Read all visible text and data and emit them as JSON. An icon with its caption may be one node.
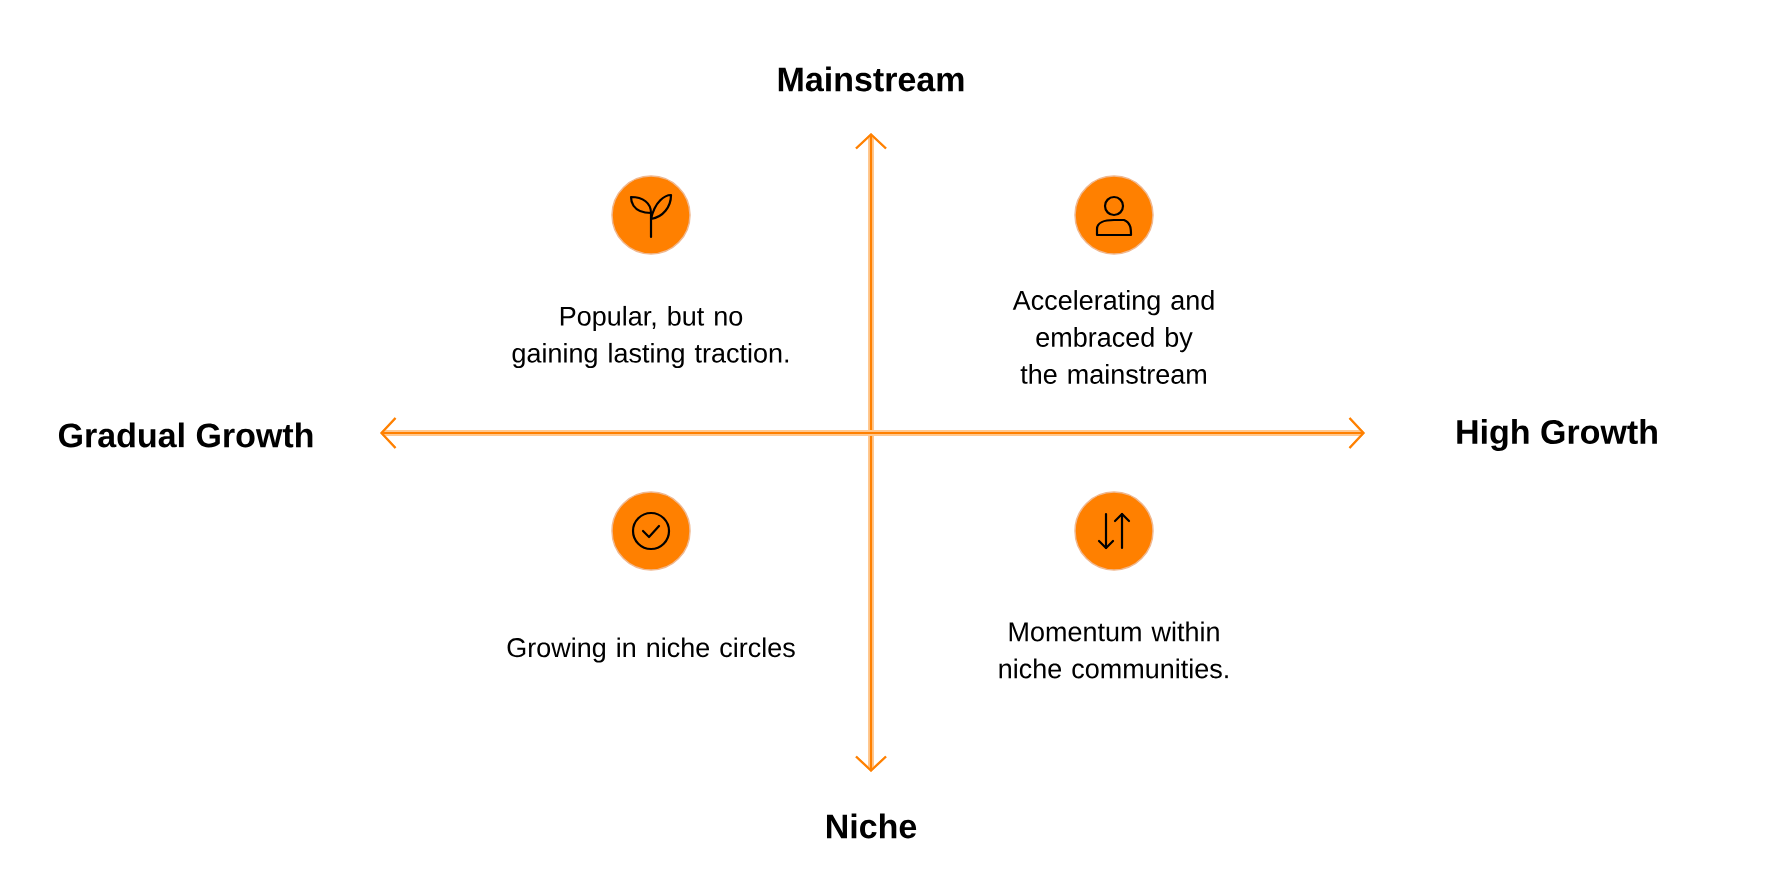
{
  "diagram": {
    "labels": [
      "Mainstream",
      "Popular, but no gaining lasting traction.",
      "Accelerating and embraced by the mainstream",
      "Gradual Growth",
      "High Growth",
      "Growing in niche circles",
      "Momentum within niche communities.",
      "Niche"
    ]
  }
}
